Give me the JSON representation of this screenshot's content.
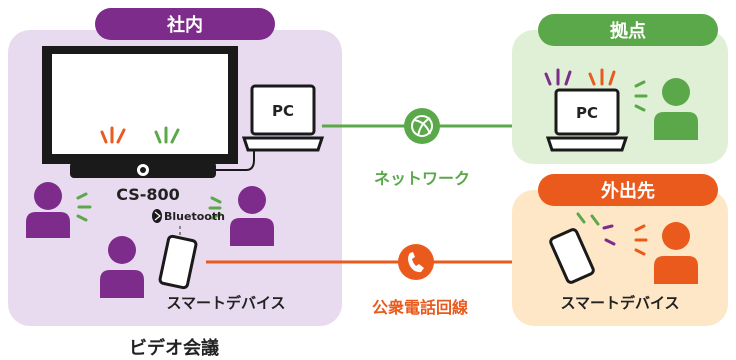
{
  "colors": {
    "purple": "#7d2c8c",
    "purple_bg": "#e9dbef",
    "green": "#5ba84a",
    "green_bg": "#dff0d6",
    "orange": "#ea5a1c",
    "orange_bg": "#fde7c6",
    "dark": "#222222"
  },
  "zones": {
    "office": {
      "label": "社内"
    },
    "branch": {
      "label": "拠点"
    },
    "outside": {
      "label": "外出先"
    }
  },
  "devices": {
    "office_pc": "PC",
    "branch_pc": "PC",
    "bar": "CS-800",
    "bluetooth": "Bluetooth",
    "office_smartphone": "スマートデバイス",
    "outside_smartphone": "スマートデバイス"
  },
  "connections": {
    "network": "ネットワーク",
    "phone_line": "公衆電話回線"
  },
  "footer": {
    "caption": "ビデオ会議"
  },
  "icons": [
    "network-globe-icon",
    "phone-handset-icon",
    "bluetooth-icon",
    "person-icon",
    "laptop-icon",
    "smartphone-icon"
  ]
}
